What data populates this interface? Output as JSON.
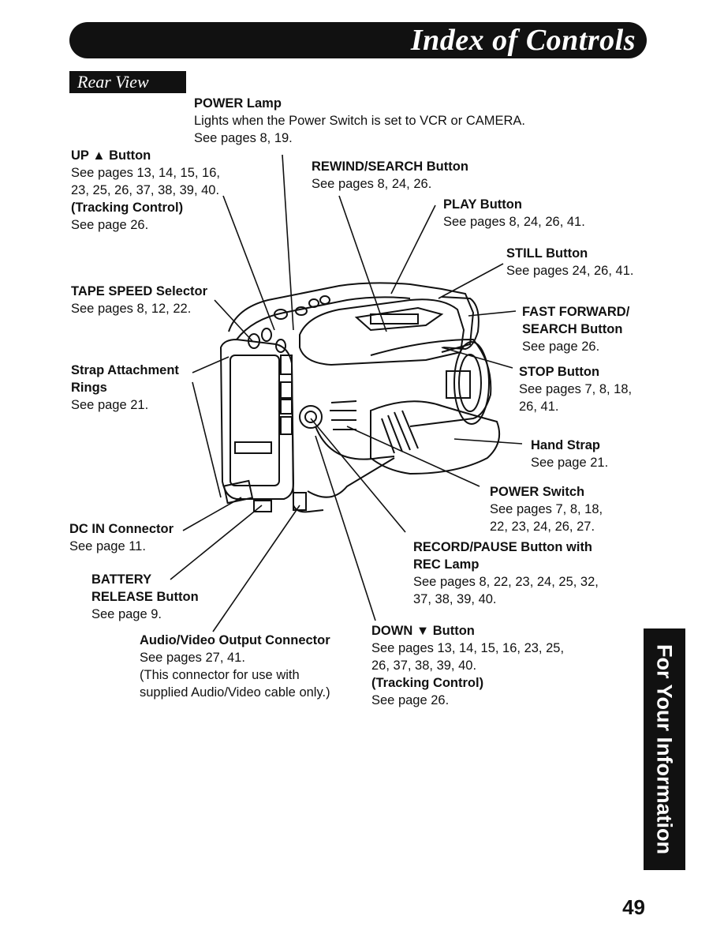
{
  "header": {
    "title": "Index of Controls"
  },
  "section": {
    "label": "Rear View"
  },
  "labels": {
    "power_lamp": {
      "title": "POWER Lamp",
      "lines": [
        "Lights when the Power Switch is set to VCR or CAMERA.",
        "See pages 8, 19."
      ]
    },
    "up_button": {
      "title": "UP ▲ Button",
      "lines": [
        "See pages 13, 14, 15, 16,",
        "23, 25, 26, 37, 38, 39, 40."
      ],
      "subtitle": "(Tracking Control)",
      "sublines": [
        "See page 26."
      ]
    },
    "rewind_search": {
      "title": "REWIND/SEARCH Button",
      "lines": [
        "See pages 8, 24, 26."
      ]
    },
    "play_button": {
      "title": "PLAY Button",
      "lines": [
        "See pages 8, 24, 26, 41."
      ]
    },
    "still_button": {
      "title": "STILL Button",
      "lines": [
        "See pages 24, 26, 41."
      ]
    },
    "tape_speed": {
      "title": "TAPE SPEED Selector",
      "lines": [
        "See pages 8, 12, 22."
      ]
    },
    "fast_forward": {
      "title": "FAST FORWARD/",
      "title2": "SEARCH Button",
      "lines": [
        "See page 26."
      ]
    },
    "strap_rings": {
      "title": "Strap Attachment",
      "title2": "Rings",
      "lines": [
        "See page 21."
      ]
    },
    "stop_button": {
      "title": "STOP Button",
      "lines": [
        "See pages 7, 8, 18,",
        "26, 41."
      ]
    },
    "hand_strap": {
      "title": "Hand Strap",
      "lines": [
        "See page 21."
      ]
    },
    "power_switch": {
      "title": "POWER Switch",
      "lines": [
        "See pages 7, 8, 18,",
        "22, 23, 24, 26, 27."
      ]
    },
    "dc_in": {
      "title": "DC IN Connector",
      "lines": [
        "See page 11."
      ]
    },
    "record_pause": {
      "title": "RECORD/PAUSE Button with",
      "title2": "REC Lamp",
      "lines": [
        "See pages 8, 22, 23, 24, 25, 32,",
        "37, 38, 39, 40."
      ]
    },
    "battery_release": {
      "title": "BATTERY",
      "title2": "RELEASE Button",
      "lines": [
        "See page 9."
      ]
    },
    "av_output": {
      "title": "Audio/Video Output Connector",
      "lines": [
        "See pages 27, 41.",
        "(This connector for use with",
        "supplied Audio/Video cable only.)"
      ]
    },
    "down_button": {
      "title": "DOWN ▼ Button",
      "lines": [
        "See pages 13, 14, 15, 16, 23, 25,",
        "26, 37, 38, 39, 40."
      ],
      "subtitle": "(Tracking Control)",
      "sublines": [
        "See page 26."
      ]
    }
  },
  "side_tab": {
    "label": "For Your Information"
  },
  "page_number": "49"
}
